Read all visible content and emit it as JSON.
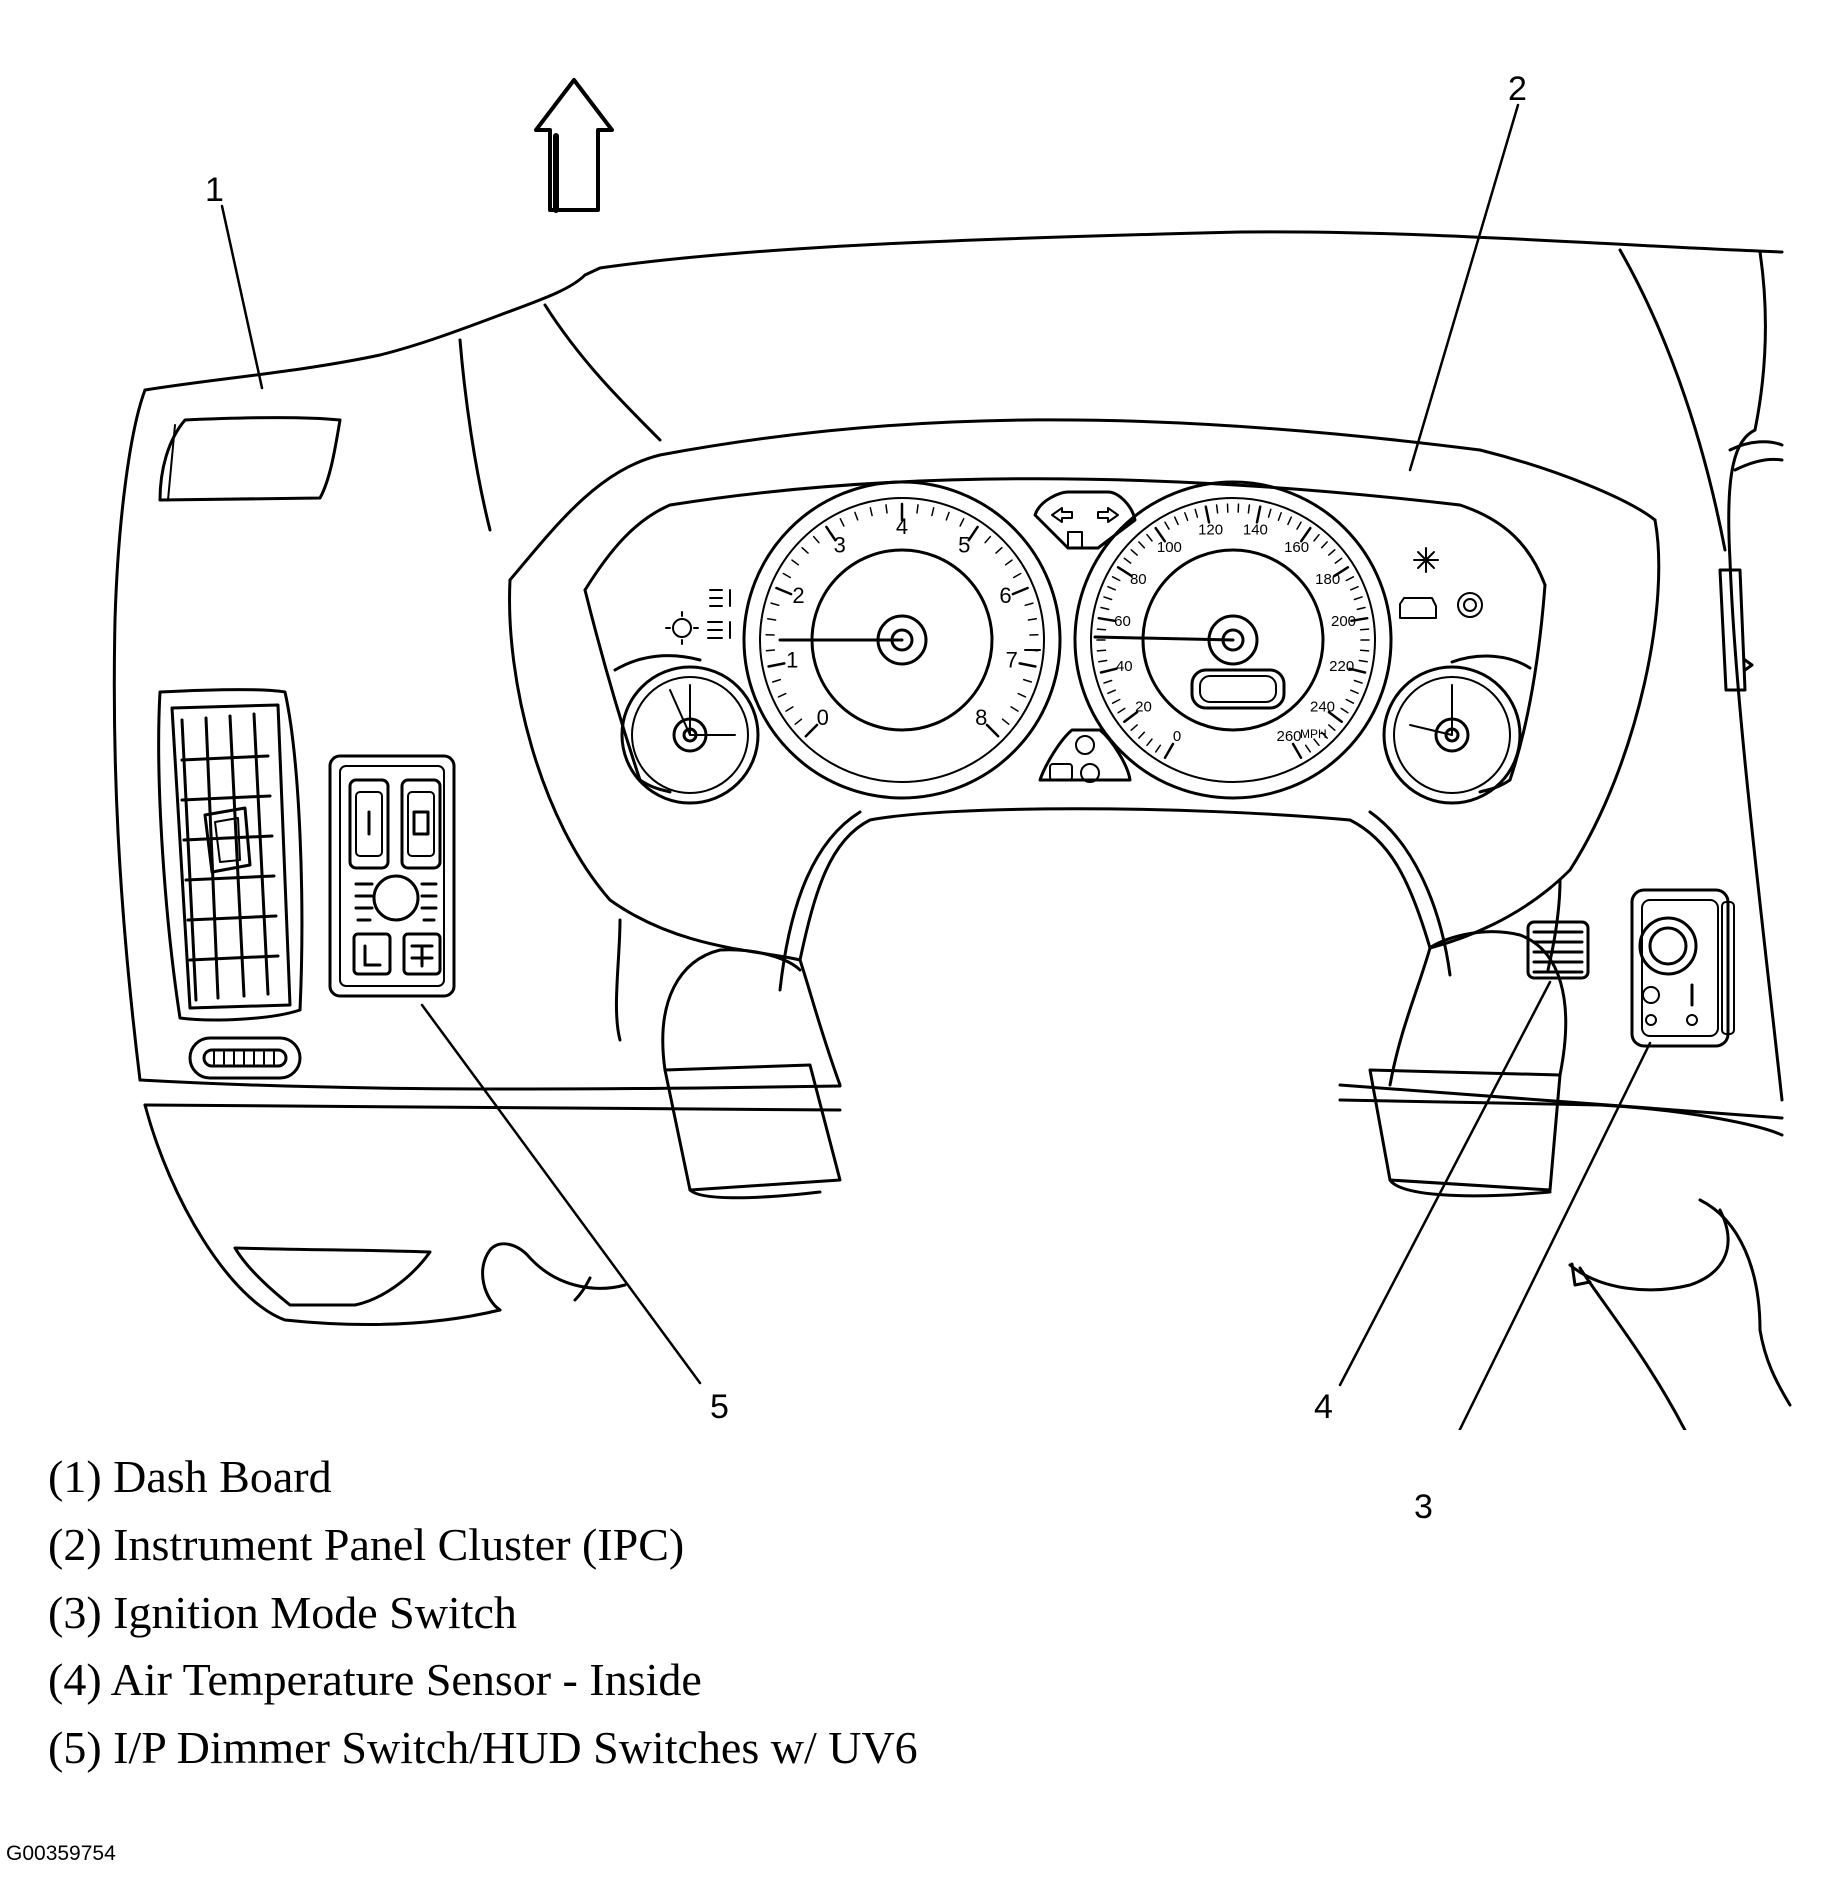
{
  "callouts": [
    "1",
    "2",
    "3",
    "4",
    "5"
  ],
  "legend": [
    "(1) Dash Board",
    "(2) Instrument Panel Cluster (IPC)",
    "(3) Ignition Mode Switch",
    "(4) Air Temperature Sensor - Inside",
    "(5) I/P Dimmer Switch/HUD Switches w/ UV6"
  ],
  "figure_id": "G00359754",
  "gauges": {
    "tach_ticks": [
      "0",
      "1",
      "2",
      "3",
      "4",
      "5",
      "6",
      "7",
      "8"
    ],
    "speedo_ticks": [
      "0",
      "20",
      "40",
      "60",
      "80",
      "100",
      "120",
      "140",
      "160",
      "180",
      "200",
      "220",
      "240",
      "260"
    ],
    "speedo_unit": "MPH"
  },
  "colors": {
    "line": "#000000",
    "background": "#ffffff"
  }
}
